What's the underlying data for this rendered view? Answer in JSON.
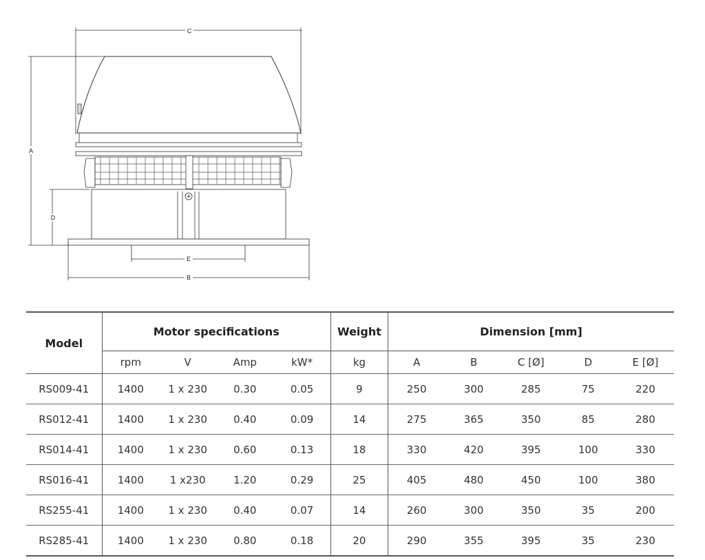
{
  "drawing": {
    "labels": {
      "a": "A",
      "b": "B",
      "c": "C",
      "d": "D",
      "e": "E"
    }
  },
  "table": {
    "group_headers": {
      "model": "Model",
      "motor": "Motor specifications",
      "weight": "Weight",
      "dimension": "Dimension [mm]"
    },
    "sub_headers": [
      "rpm",
      "V",
      "Amp",
      "kW*",
      "kg",
      "A",
      "B",
      "C [Ø]",
      "D",
      "E [Ø]"
    ],
    "rows": [
      [
        "RS009-41",
        "1400",
        "1 x 230",
        "0.30",
        "0.05",
        "9",
        "250",
        "300",
        "285",
        "75",
        "220"
      ],
      [
        "RS012-41",
        "1400",
        "1 x 230",
        "0.40",
        "0.09",
        "14",
        "275",
        "365",
        "350",
        "85",
        "280"
      ],
      [
        "RS014-41",
        "1400",
        "1 x 230",
        "0.60",
        "0.13",
        "18",
        "330",
        "420",
        "395",
        "100",
        "330"
      ],
      [
        "RS016-41",
        "1400",
        "1 x230",
        "1.20",
        "0.29",
        "25",
        "405",
        "480",
        "450",
        "100",
        "380"
      ],
      [
        "RS255-41",
        "1400",
        "1 x 230",
        "0.40",
        "0.07",
        "14",
        "260",
        "300",
        "350",
        "35",
        "200"
      ],
      [
        "RS285-41",
        "1400",
        "1 x 230",
        "0.80",
        "0.18",
        "20",
        "290",
        "355",
        "395",
        "35",
        "230"
      ]
    ]
  }
}
